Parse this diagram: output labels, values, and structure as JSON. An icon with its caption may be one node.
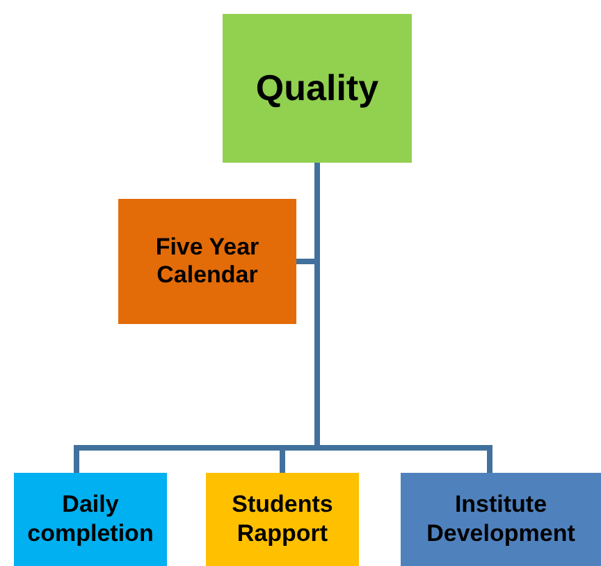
{
  "diagram": {
    "nodes": [
      {
        "text": [
          "Quality"
        ]
      },
      {
        "text": [
          "Five Year Calendar"
        ]
      },
      {
        "text": [
          "Daily completion"
        ]
      },
      {
        "text": [
          "Students Rapport"
        ]
      },
      {
        "text": [
          "Institute Development"
        ]
      }
    ],
    "edges": [
      {
        "from": 0,
        "to": 1,
        "arrow": "none"
      },
      {
        "from": 0,
        "to": 2,
        "arrow": "none"
      },
      {
        "from": 0,
        "to": 3,
        "arrow": "none"
      },
      {
        "from": 0,
        "to": 4,
        "arrow": "none"
      }
    ]
  }
}
